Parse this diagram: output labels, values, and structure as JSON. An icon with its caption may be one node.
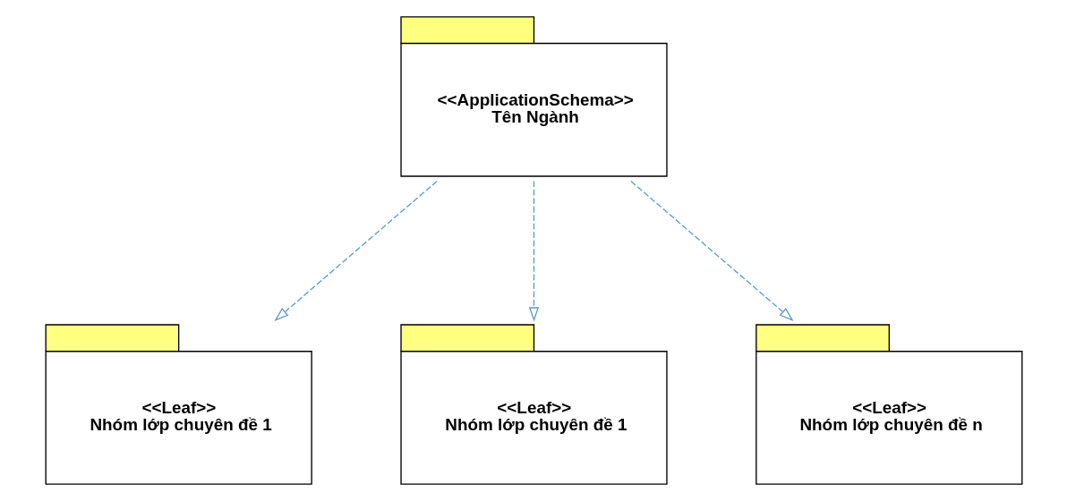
{
  "diagram": {
    "nodes": [
      {
        "text": [
          "<<ApplicationSchema>>",
          "Tên Ngành"
        ]
      },
      {
        "text": [
          "<<Leaf>>",
          "Nhóm lớp chuyên đề 1"
        ]
      },
      {
        "text": [
          "<<Leaf>>",
          "Nhóm lớp chuyên đề 1"
        ]
      },
      {
        "text": [
          "<<Leaf>>",
          "Nhóm lớp chuyên đề n"
        ]
      }
    ],
    "edges": [
      {
        "from": 0,
        "to": 1,
        "arrow": "to",
        "style": "dashed",
        "color": "#5b9bd5"
      },
      {
        "from": 0,
        "to": 2,
        "arrow": "to",
        "style": "dashed",
        "color": "#5b9bd5"
      },
      {
        "from": 0,
        "to": 3,
        "arrow": "to",
        "style": "dashed",
        "color": "#5b9bd5"
      }
    ]
  }
}
